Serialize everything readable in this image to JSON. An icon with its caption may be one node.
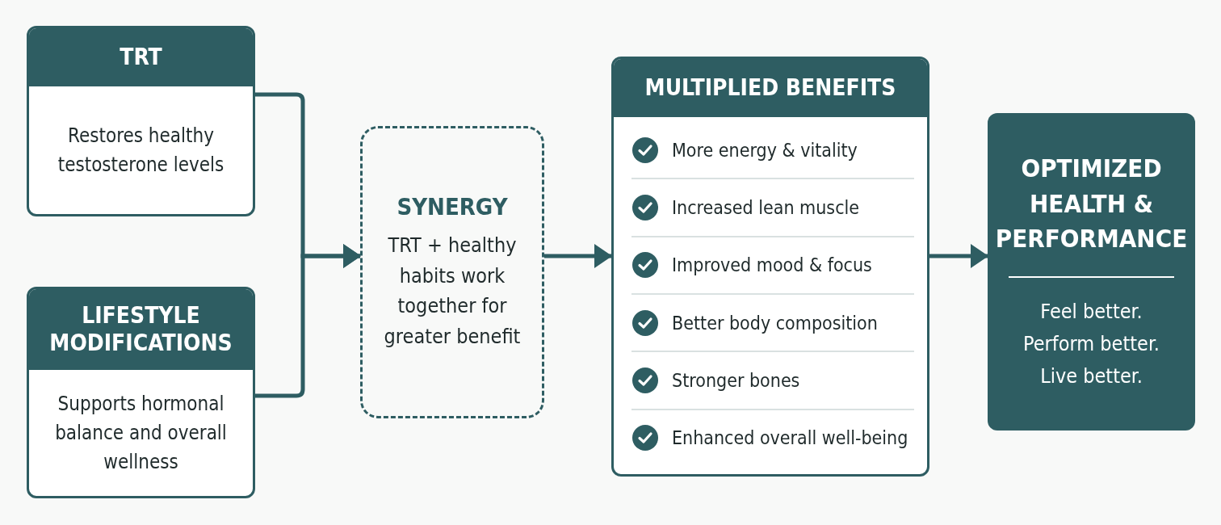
{
  "diagram": {
    "nodes": [
      {
        "text": [
          "TRT",
          "Restores healthy testosterone levels"
        ]
      },
      {
        "text": [
          "LIFESTYLE MODIFICATIONS",
          "Supports hormonal balance and overall wellness"
        ]
      },
      {
        "text": [
          "SYNERGY",
          "TRT + healthy habits work together for greater benefit"
        ]
      },
      {
        "text": [
          "MULTIPLIED BENEFITS",
          "More energy & vitality",
          "Increased lean muscle",
          "Improved mood & focus",
          "Better body composition",
          "Stronger bones",
          "Enhanced overall well-being"
        ]
      },
      {
        "text": [
          "OPTIMIZED HEALTH & PERFORMANCE",
          "Feel better. Perform better. Live better."
        ]
      }
    ],
    "edges": [
      {
        "from": 0,
        "to": 2,
        "arrow": "to"
      },
      {
        "from": 1,
        "to": 2,
        "arrow": "to"
      },
      {
        "from": 2,
        "to": 3,
        "arrow": "to"
      },
      {
        "from": 3,
        "to": 4,
        "arrow": "to"
      }
    ]
  }
}
